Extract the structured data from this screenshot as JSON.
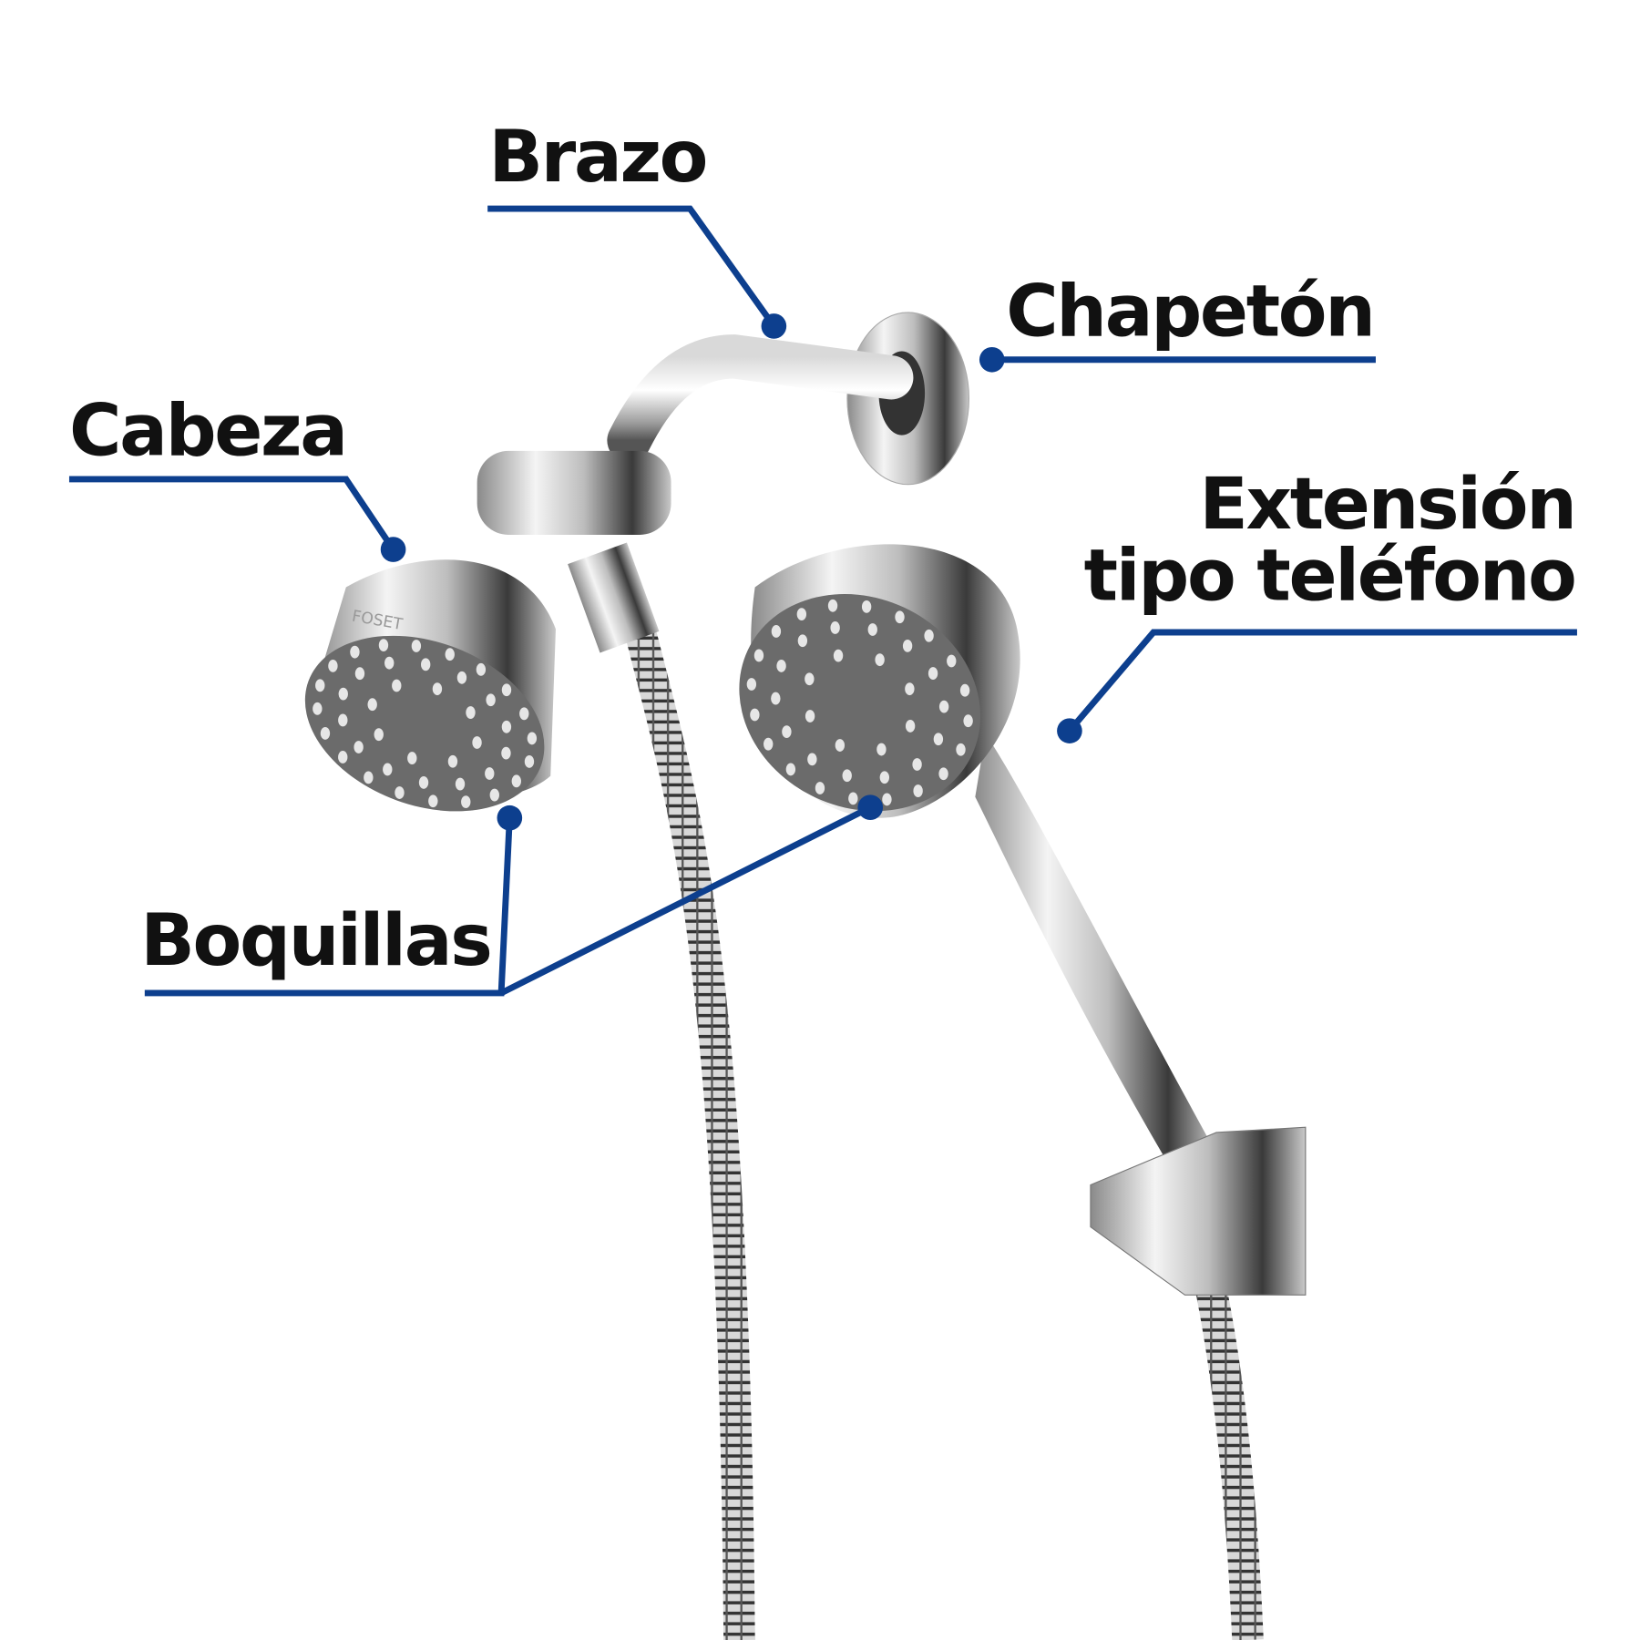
{
  "labels": {
    "arm": "Brazo",
    "flange": "Chapetón",
    "head": "Cabeza",
    "handheld_line1": "Extensión",
    "handheld_line2": "tipo teléfono",
    "nozzles": "Boquillas"
  },
  "brand_mark": "FOSET",
  "colors": {
    "leader": "#0d3f8e",
    "text": "#111111",
    "nozzle_face": "#6b6b6b",
    "background": "#ffffff"
  }
}
